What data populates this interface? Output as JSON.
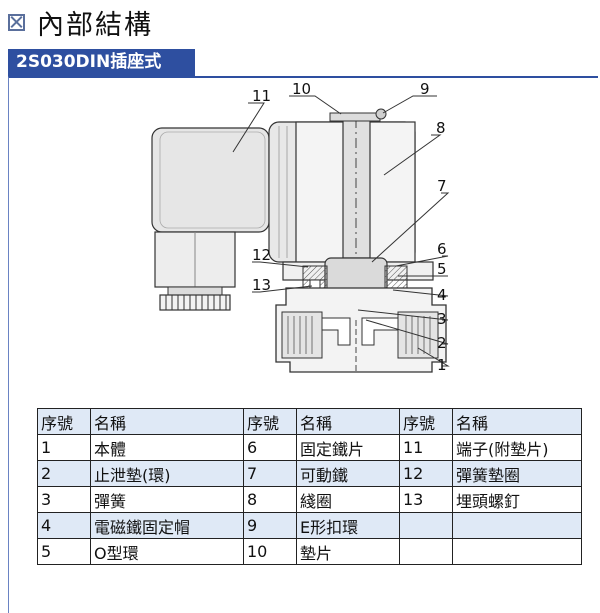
{
  "header": {
    "title": "內部結構"
  },
  "section": {
    "title": "2S030DIN插座式"
  },
  "diagram": {
    "callouts": [
      "1",
      "2",
      "3",
      "4",
      "5",
      "6",
      "7",
      "8",
      "9",
      "10",
      "11",
      "12",
      "13"
    ]
  },
  "table": {
    "head": [
      "序號",
      "名稱",
      "序號",
      "名稱",
      "序號",
      "名稱"
    ],
    "rows": [
      [
        "1",
        "本體",
        "6",
        "固定鐵片",
        "11",
        "端子(附墊片)"
      ],
      [
        "2",
        "止泄墊(環)",
        "7",
        "可動鐵",
        "12",
        "彈簧墊圈"
      ],
      [
        "3",
        "彈簧",
        "8",
        "綫圈",
        "13",
        "埋頭螺釘"
      ],
      [
        "4",
        "電磁鐵固定帽",
        "9",
        "E形扣環",
        "",
        ""
      ],
      [
        "5",
        "O型環",
        "10",
        "墊片",
        "",
        ""
      ]
    ]
  }
}
